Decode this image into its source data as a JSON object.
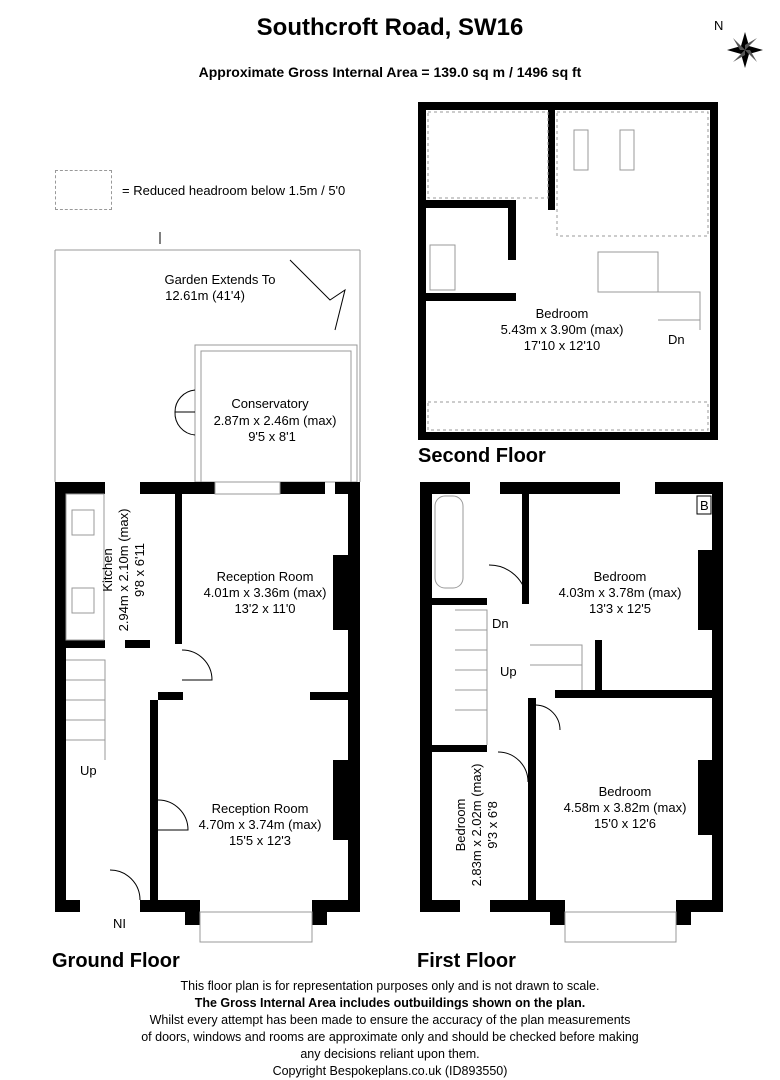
{
  "header": {
    "title": "Southcroft Road, SW16",
    "area": "Approximate Gross Internal Area = 139.0 sq m / 1496 sq ft",
    "compass_label": "N"
  },
  "legend": {
    "text": "= Reduced headroom below 1.5m / 5'0"
  },
  "floors": {
    "ground": "Ground Floor",
    "first": "First Floor",
    "second": "Second Floor"
  },
  "rooms": {
    "garden": {
      "name": "Garden Extends To",
      "dims": "12.61m (41'4)"
    },
    "conservatory": {
      "name": "Conservatory",
      "metric": "2.87m x 2.46m (max)",
      "imperial": "9'5 x 8'1"
    },
    "kitchen": {
      "name": "Kitchen",
      "metric": "2.94m x 2.10m (max)",
      "imperial": "9'8 x 6'11"
    },
    "reception1": {
      "name": "Reception Room",
      "metric": "4.01m x 3.36m (max)",
      "imperial": "13'2 x 11'0"
    },
    "reception2": {
      "name": "Reception Room",
      "metric": "4.70m x 3.74m (max)",
      "imperial": "15'5 x 12'3"
    },
    "ff_bedroom1": {
      "name": "Bedroom",
      "metric": "4.03m x 3.78m (max)",
      "imperial": "13'3 x 12'5"
    },
    "ff_bedroom2": {
      "name": "Bedroom",
      "metric": "4.58m x 3.82m (max)",
      "imperial": "15'0 x 12'6"
    },
    "ff_bedroom3": {
      "name": "Bedroom",
      "metric": "2.83m x 2.02m (max)",
      "imperial": "9'3 x 6'8"
    },
    "sf_bedroom": {
      "name": "Bedroom",
      "metric": "5.43m x 3.90m (max)",
      "imperial": "17'10 x 12'10"
    }
  },
  "stair_labels": {
    "ground_up": "Up",
    "first_up": "Up",
    "first_dn": "Dn",
    "second_dn": "Dn",
    "boiler": "B",
    "entrance": "NI"
  },
  "footer": {
    "line1": "This floor plan is for representation purposes only and is not drawn to scale.",
    "line2": "The Gross Internal Area includes outbuildings shown on the plan.",
    "line3": "Whilst every attempt has been made to ensure the accuracy of the plan measurements",
    "line4": "of doors, windows and rooms are approximate only and should be checked before making",
    "line5": "any decisions reliant upon them.",
    "line6": "Copyright Bespokeplans.co.uk (ID893550)"
  }
}
